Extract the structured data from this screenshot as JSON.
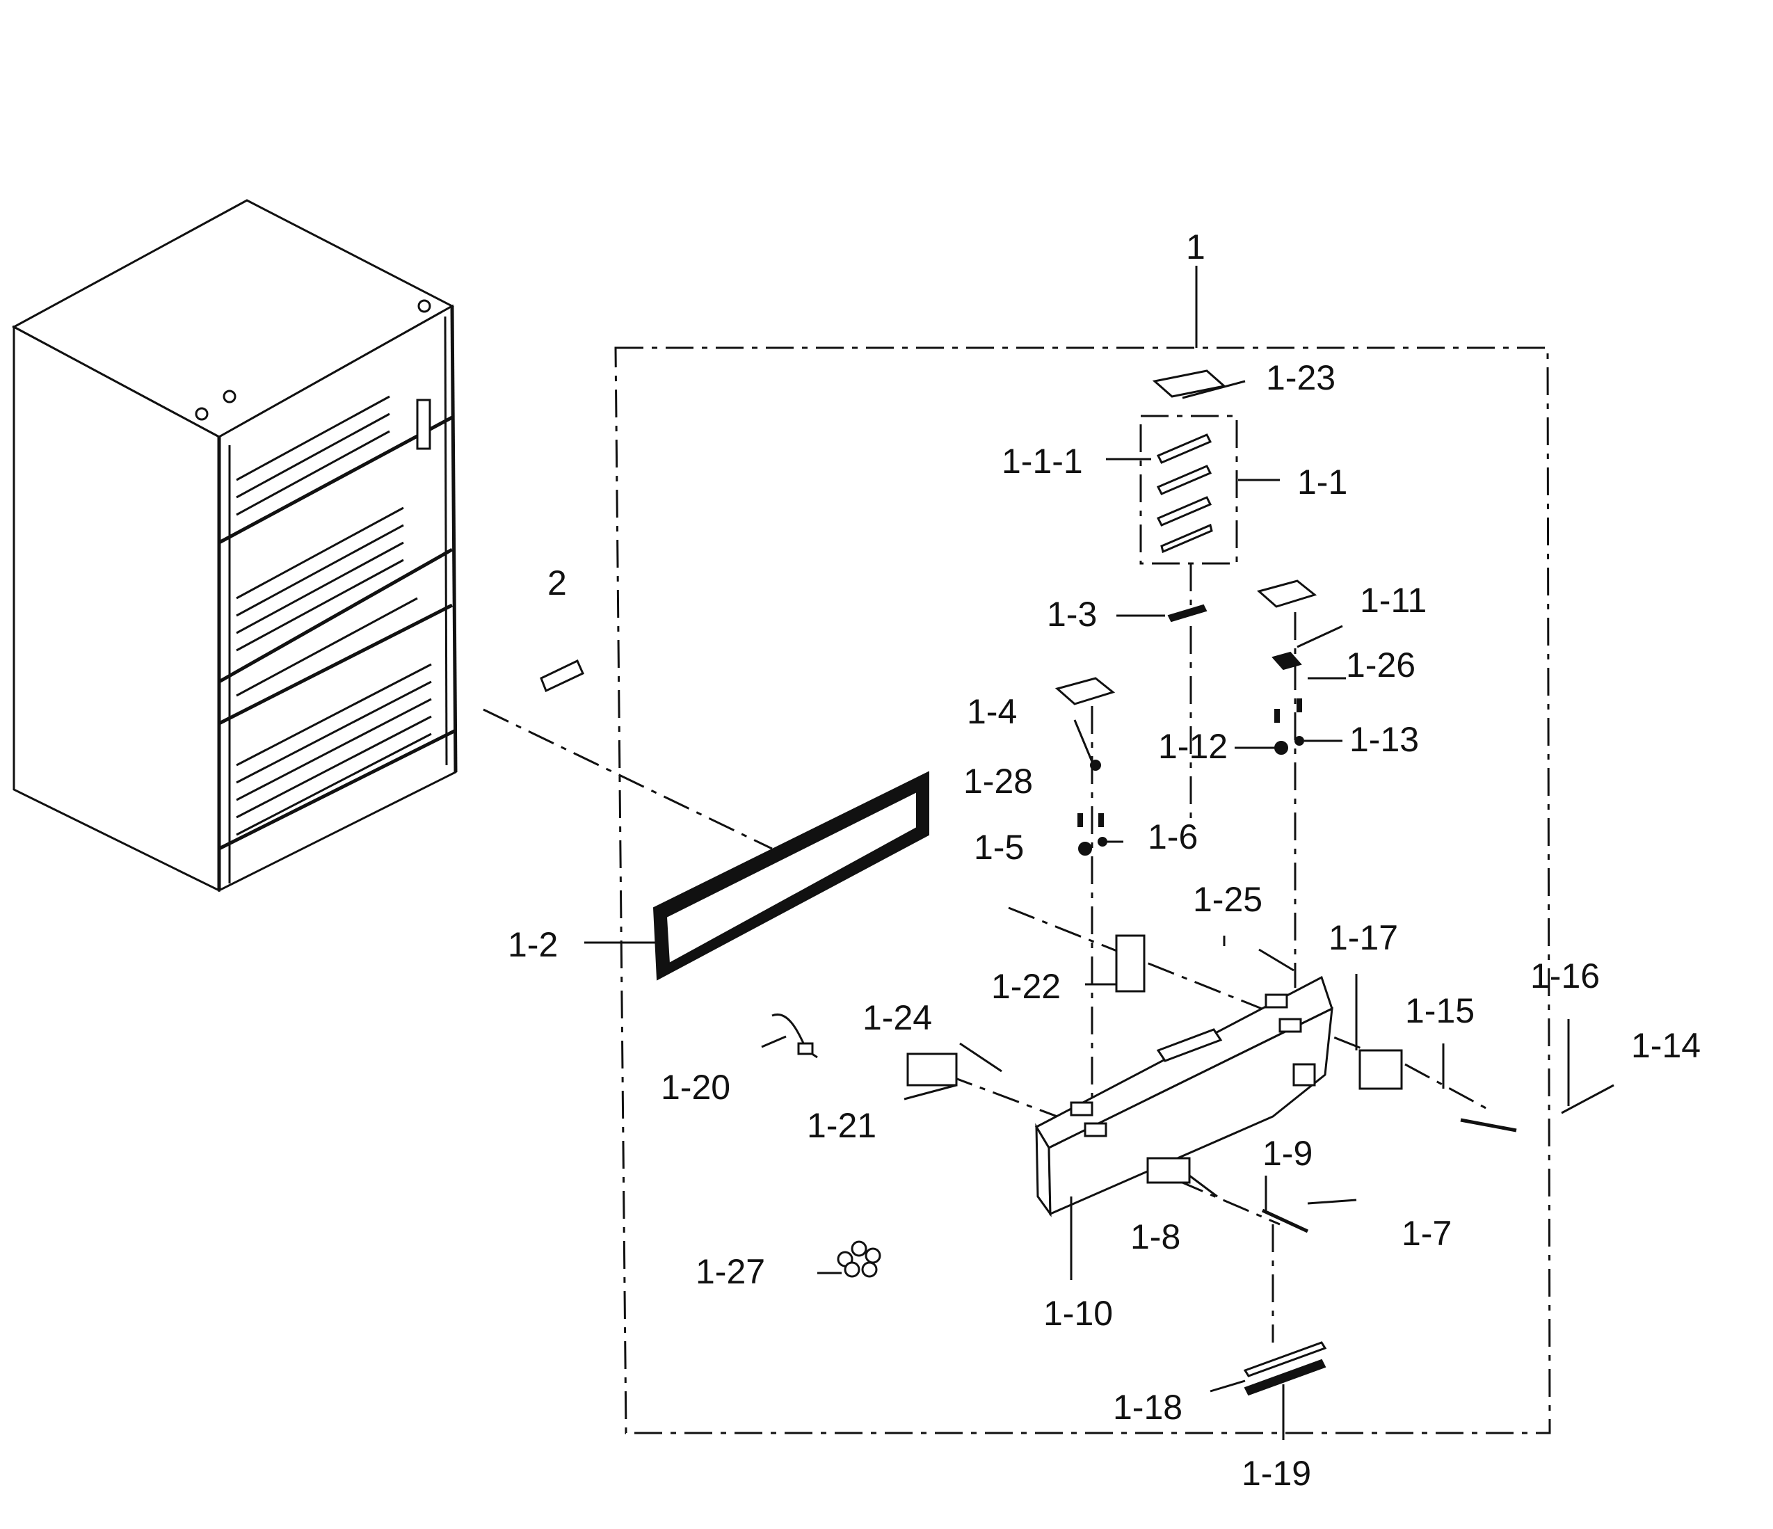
{
  "diagram": {
    "labels": {
      "l1": "1",
      "l2": "2",
      "l1_1": "1-1",
      "l1_1_1": "1-1-1",
      "l1_2": "1-2",
      "l1_3": "1-3",
      "l1_4": "1-4",
      "l1_5": "1-5",
      "l1_6": "1-6",
      "l1_7": "1-7",
      "l1_8": "1-8",
      "l1_9": "1-9",
      "l1_10": "1-10",
      "l1_11": "1-11",
      "l1_12": "1-12",
      "l1_13": "1-13",
      "l1_14": "1-14",
      "l1_15": "1-15",
      "l1_16": "1-16",
      "l1_17": "1-17",
      "l1_18": "1-18",
      "l1_19": "1-19",
      "l1_20": "1-20",
      "l1_21": "1-21",
      "l1_22": "1-22",
      "l1_23": "1-23",
      "l1_24": "1-24",
      "l1_25": "1-25",
      "l1_26": "1-26",
      "l1_27": "1-27",
      "l1_28": "1-28"
    }
  }
}
